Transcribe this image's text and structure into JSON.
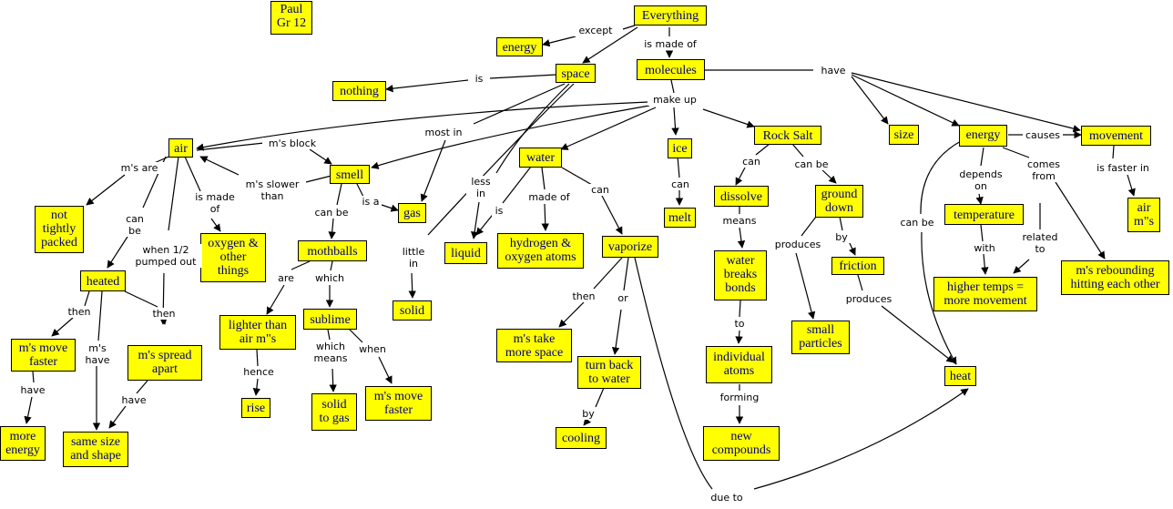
{
  "concepts": {
    "paul": "Paul\nGr 12",
    "everything": "Everything",
    "energy_top": "energy",
    "space": "space",
    "molecules": "molecules",
    "nothing": "nothing",
    "air": "air",
    "smell": "smell",
    "gas": "gas",
    "water": "water",
    "ice": "ice",
    "rock_salt": "Rock Salt",
    "size": "size",
    "energy_right": "energy",
    "movement": "movement",
    "not_tightly_packed": "not\ntightly\npacked",
    "oxygen_other": "oxygen &\nother\nthings",
    "mothballs": "mothballs",
    "liquid": "liquid",
    "hydrogen_oxygen": "hydrogen &\noxygen atoms",
    "vaporize": "vaporize",
    "melt": "melt",
    "dissolve": "dissolve",
    "ground_down": "ground\ndown",
    "temperature": "temperature",
    "air_ms": "air\nm\"s",
    "heated": "heated",
    "lighter_than_air": "lighter than\nair m\"s",
    "sublime": "sublime",
    "solid": "solid",
    "water_breaks_bonds": "water\nbreaks\nbonds",
    "friction": "friction",
    "ms_rebounding": "m's rebounding\nhitting each other",
    "higher_temps": "higher temps =\nmore movement",
    "ms_move_faster_left": "m's move\nfaster",
    "ms_spread_apart": "m's spread\napart",
    "ms_take_more_space": "m's take\nmore space",
    "small_particles": "small\nparticles",
    "individual_atoms": "individual\natoms",
    "heat": "heat",
    "rise": "rise",
    "solid_to_gas": "solid\nto gas",
    "ms_move_faster_mid": "m's move\nfaster",
    "turn_back_to_water": "turn back\nto water",
    "more_energy": "more\nenergy",
    "same_size_shape": "same size\nand shape",
    "cooling": "cooling",
    "new_compounds": "new\ncompounds"
  },
  "links": {
    "except": "except",
    "is_made_of_top": "is made of",
    "is": "is",
    "make_up": "make up",
    "have_top": "have",
    "ms_block": "m's block",
    "most_in": "most in",
    "ms_are": "m's are",
    "ms_slower_than": "m's slower\nthan",
    "is_made_of_air": "is made\nof",
    "is_a": "is a",
    "less_in": "less\nin",
    "is_water": "is",
    "made_of_water": "made of",
    "can_water": "can",
    "can_ice": "can",
    "can_rock": "can",
    "can_be_rock": "can be",
    "causes": "causes",
    "depends_on": "depends\non",
    "comes_from": "comes\nfrom",
    "is_faster_in": "is faster in",
    "can_be_air": "can\nbe",
    "when_half_pumped": "when 1/2\npumped out",
    "can_be_smell": "can be",
    "little_in": "little\nin",
    "are": "are",
    "which": "which",
    "means": "means",
    "produces_ground": "produces",
    "by_ground": "by",
    "can_be_energy": "can be",
    "with": "with",
    "related_to": "related\nto",
    "then_heated_left": "then",
    "ms_have": "m's\nhave",
    "then_heated_right": "then",
    "hence": "hence",
    "which_means": "which\nmeans",
    "when": "when",
    "then_vaporize": "then",
    "or": "or",
    "to": "to",
    "produces_friction": "produces",
    "have_faster": "have",
    "have_spread": "have",
    "by_turn": "by",
    "forming": "forming",
    "due_to": "due to"
  },
  "colors": {
    "node_fill": "#ffff00",
    "node_text": "#000080",
    "line": "#000000"
  }
}
